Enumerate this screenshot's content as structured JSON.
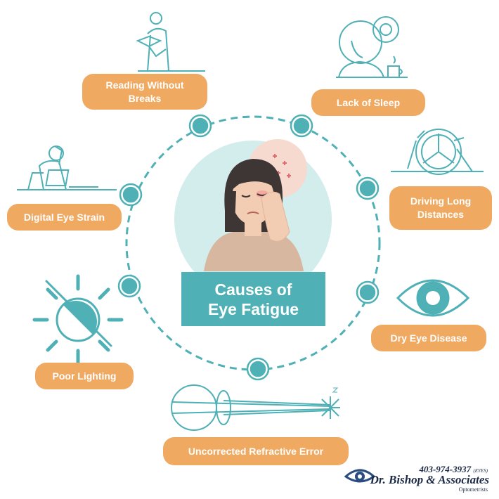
{
  "title": {
    "line1": "Causes of",
    "line2": "Eye Fatigue"
  },
  "causes": [
    {
      "label": "Reading Without Breaks",
      "icon": "reading-person-icon"
    },
    {
      "label": "Lack of Sleep",
      "icon": "tired-person-icon"
    },
    {
      "label": "Driving Long Distances",
      "icon": "steering-wheel-icon"
    },
    {
      "label": "Dry Eye Disease",
      "icon": "eye-icon"
    },
    {
      "label": "Uncorrected Refractive Error",
      "icon": "eyeball-light-rays-icon"
    },
    {
      "label": "Poor Lighting",
      "icon": "sun-icon"
    },
    {
      "label": "Digital Eye Strain",
      "icon": "person-at-laptop-icon"
    }
  ],
  "logo": {
    "phone": "403-974-3937",
    "phone_suffix": "(EYES)",
    "name": "Dr. Bishop & Associates",
    "subtitle": "Optometrists"
  },
  "colors": {
    "teal": "#4fb0b6",
    "orange": "#f0a961",
    "pale_teal": "#d3ecec",
    "skin": "#f3cdb3"
  }
}
